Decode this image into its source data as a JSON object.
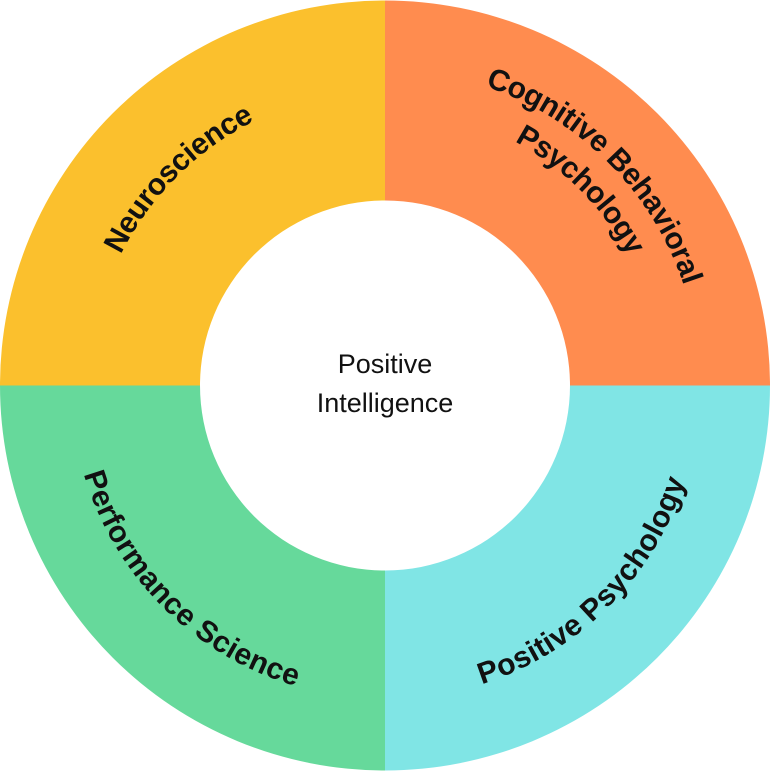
{
  "center": {
    "line1": "Positive",
    "line2": "Intelligence"
  },
  "segments": [
    {
      "label": "Neuroscience",
      "color": "#FBC02D"
    },
    {
      "label_line1": "Cognitive Behavioral",
      "label_line2": "Psychology",
      "color": "#FF8C4F"
    },
    {
      "label": "Performance Science",
      "color": "#66D99B"
    },
    {
      "label": "Positive Psychology",
      "color": "#80E5E5"
    }
  ]
}
